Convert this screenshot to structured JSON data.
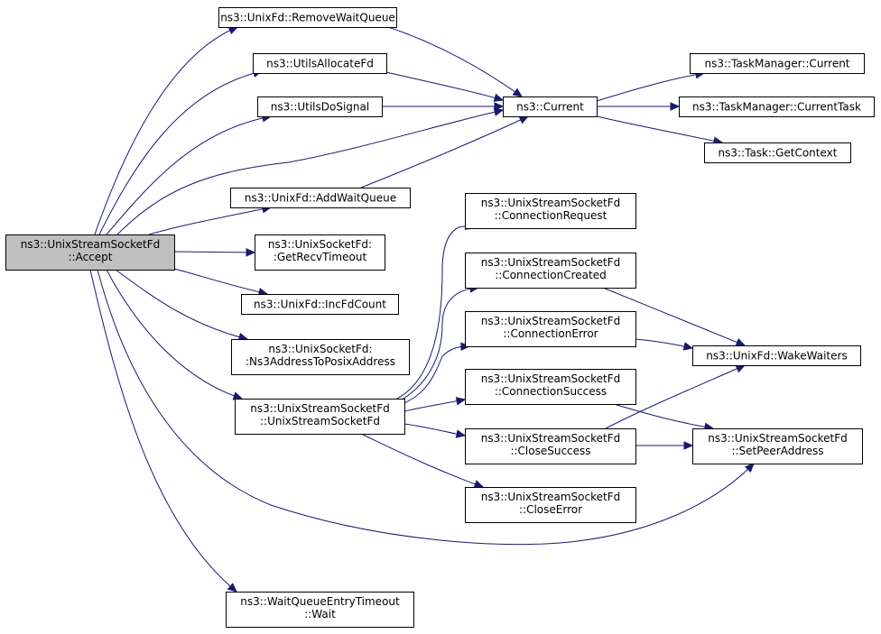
{
  "colors": {
    "edge": "#191970",
    "root_fill": "#bfbfbf",
    "node_fill": "#ffffff",
    "border": "#000000"
  },
  "nodes": {
    "accept": [
      "ns3::UnixStreamSocketFd",
      "::Accept"
    ],
    "removeWaitQueue": [
      "ns3::UnixFd::RemoveWaitQueue"
    ],
    "utilsAllocateFd": [
      "ns3::UtilsAllocateFd"
    ],
    "utilsDoSignal": [
      "ns3::UtilsDoSignal"
    ],
    "current": [
      "ns3::Current"
    ],
    "tmCurrent": [
      "ns3::TaskManager::Current"
    ],
    "tmCurrentTask": [
      "ns3::TaskManager::CurrentTask"
    ],
    "taskGetContext": [
      "ns3::Task::GetContext"
    ],
    "addWaitQueue": [
      "ns3::UnixFd::AddWaitQueue"
    ],
    "getRecvTimeout": [
      "ns3::UnixSocketFd:",
      ":GetRecvTimeout"
    ],
    "incFdCount": [
      "ns3::UnixFd::IncFdCount"
    ],
    "ns3AddrToPosix": [
      "ns3::UnixSocketFd:",
      ":Ns3AddressToPosixAddress"
    ],
    "ctor": [
      "ns3::UnixStreamSocketFd",
      "::UnixStreamSocketFd"
    ],
    "connRequest": [
      "ns3::UnixStreamSocketFd",
      "::ConnectionRequest"
    ],
    "connCreated": [
      "ns3::UnixStreamSocketFd",
      "::ConnectionCreated"
    ],
    "connError": [
      "ns3::UnixStreamSocketFd",
      "::ConnectionError"
    ],
    "connSuccess": [
      "ns3::UnixStreamSocketFd",
      "::ConnectionSuccess"
    ],
    "closeSuccess": [
      "ns3::UnixStreamSocketFd",
      "::CloseSuccess"
    ],
    "closeError": [
      "ns3::UnixStreamSocketFd",
      "::CloseError"
    ],
    "wakeWaiters": [
      "ns3::UnixFd::WakeWaiters"
    ],
    "setPeerAddress": [
      "ns3::UnixStreamSocketFd",
      "::SetPeerAddress"
    ],
    "waitQueueWait": [
      "ns3::WaitQueueEntryTimeout",
      "::Wait"
    ]
  },
  "edges": [
    [
      "accept",
      "removeWaitQueue"
    ],
    [
      "accept",
      "utilsAllocateFd"
    ],
    [
      "accept",
      "utilsDoSignal"
    ],
    [
      "accept",
      "current"
    ],
    [
      "accept",
      "addWaitQueue"
    ],
    [
      "accept",
      "getRecvTimeout"
    ],
    [
      "accept",
      "incFdCount"
    ],
    [
      "accept",
      "ns3AddrToPosix"
    ],
    [
      "accept",
      "ctor"
    ],
    [
      "accept",
      "setPeerAddress"
    ],
    [
      "accept",
      "waitQueueWait"
    ],
    [
      "removeWaitQueue",
      "current"
    ],
    [
      "utilsAllocateFd",
      "current"
    ],
    [
      "utilsDoSignal",
      "current"
    ],
    [
      "addWaitQueue",
      "current"
    ],
    [
      "current",
      "tmCurrent"
    ],
    [
      "current",
      "tmCurrentTask"
    ],
    [
      "current",
      "taskGetContext"
    ],
    [
      "ctor",
      "connRequest"
    ],
    [
      "ctor",
      "connCreated"
    ],
    [
      "ctor",
      "connError"
    ],
    [
      "ctor",
      "connSuccess"
    ],
    [
      "ctor",
      "closeSuccess"
    ],
    [
      "ctor",
      "closeError"
    ],
    [
      "connCreated",
      "wakeWaiters"
    ],
    [
      "connError",
      "wakeWaiters"
    ],
    [
      "connSuccess",
      "setPeerAddress"
    ],
    [
      "closeSuccess",
      "wakeWaiters"
    ],
    [
      "closeSuccess",
      "setPeerAddress"
    ]
  ]
}
